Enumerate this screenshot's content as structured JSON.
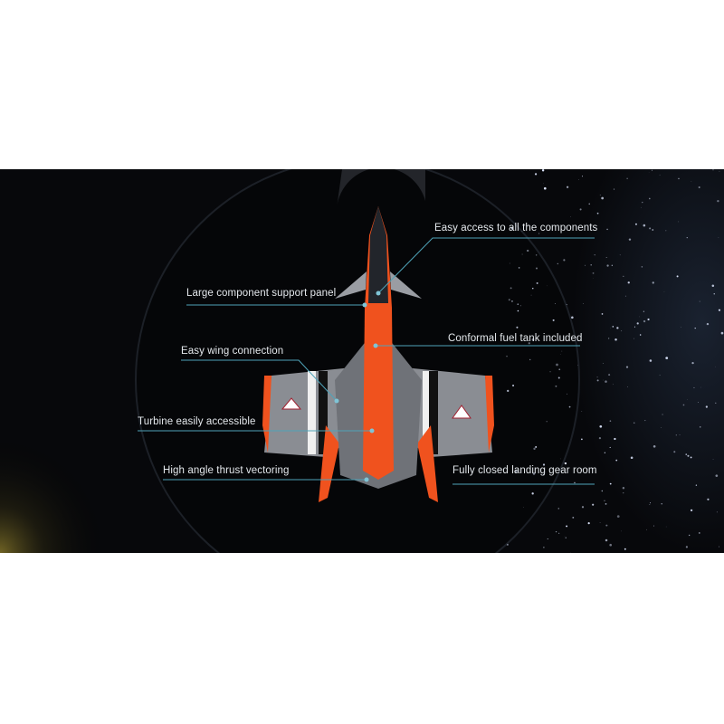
{
  "callouts": [
    {
      "id": "access",
      "label": "Easy access to all the components"
    },
    {
      "id": "panel",
      "label": "Large component support panel"
    },
    {
      "id": "fuel",
      "label": "Conformal fuel tank included"
    },
    {
      "id": "wing",
      "label": "Easy wing connection"
    },
    {
      "id": "turbine",
      "label": "Turbine easily accessible"
    },
    {
      "id": "thrust",
      "label": "High angle thrust vectoring"
    },
    {
      "id": "gear",
      "label": "Fully closed landing gear room"
    }
  ],
  "colors": {
    "background": "#07080b",
    "accent_line": "#4fa3b8",
    "jet_orange": "#f0521e",
    "jet_gray": "#8a8d93",
    "text": "#e4e8ec"
  }
}
